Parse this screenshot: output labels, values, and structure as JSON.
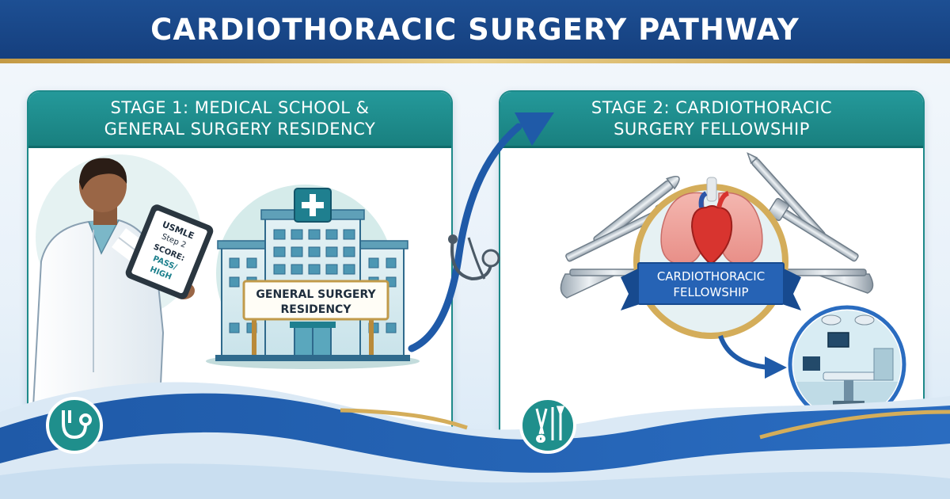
{
  "title": "CARDIOTHORACIC SURGERY PATHWAY",
  "stage1": {
    "heading_line1": "STAGE 1: MEDICAL SCHOOL &",
    "heading_line2": "GENERAL SURGERY RESIDENCY",
    "tablet_line1": "USMLE",
    "tablet_line2": "Step 2",
    "tablet_line3": "SCORE:",
    "tablet_line4": "PASS/",
    "tablet_line5": "HIGH",
    "sign_line1": "GENERAL SURGERY",
    "sign_line2": "RESIDENCY",
    "icon": "stethoscope-icon"
  },
  "stage2": {
    "heading_line1": "STAGE 2: CARDIOTHORACIC",
    "heading_line2": "SURGERY FELLOWSHIP",
    "ribbon_line1": "CARDIOTHORACIC",
    "ribbon_line2": "FELLOWSHIP",
    "icon": "surgical-instruments-icon"
  },
  "colors": {
    "banner_blue": "#1b4a8c",
    "teal": "#1e8a8a",
    "gold": "#d4ad5a",
    "wave_blue": "#1f5aa8"
  }
}
